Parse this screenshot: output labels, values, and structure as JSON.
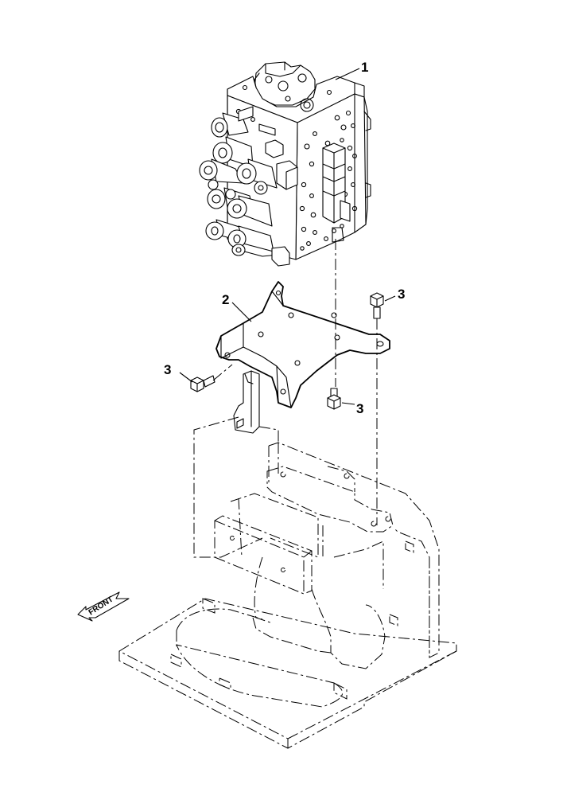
{
  "callouts": {
    "valve": "1",
    "bracket": "2",
    "bolt_upper_right": "3",
    "bolt_left": "3",
    "bolt_lower": "3"
  },
  "front_arrow": {
    "label": "FRONT",
    "icon": "front-direction-arrow"
  },
  "parts": [
    {
      "id": "1",
      "name": "control-valve"
    },
    {
      "id": "2",
      "name": "mounting-bracket"
    },
    {
      "id": "3",
      "name": "bolt"
    }
  ]
}
